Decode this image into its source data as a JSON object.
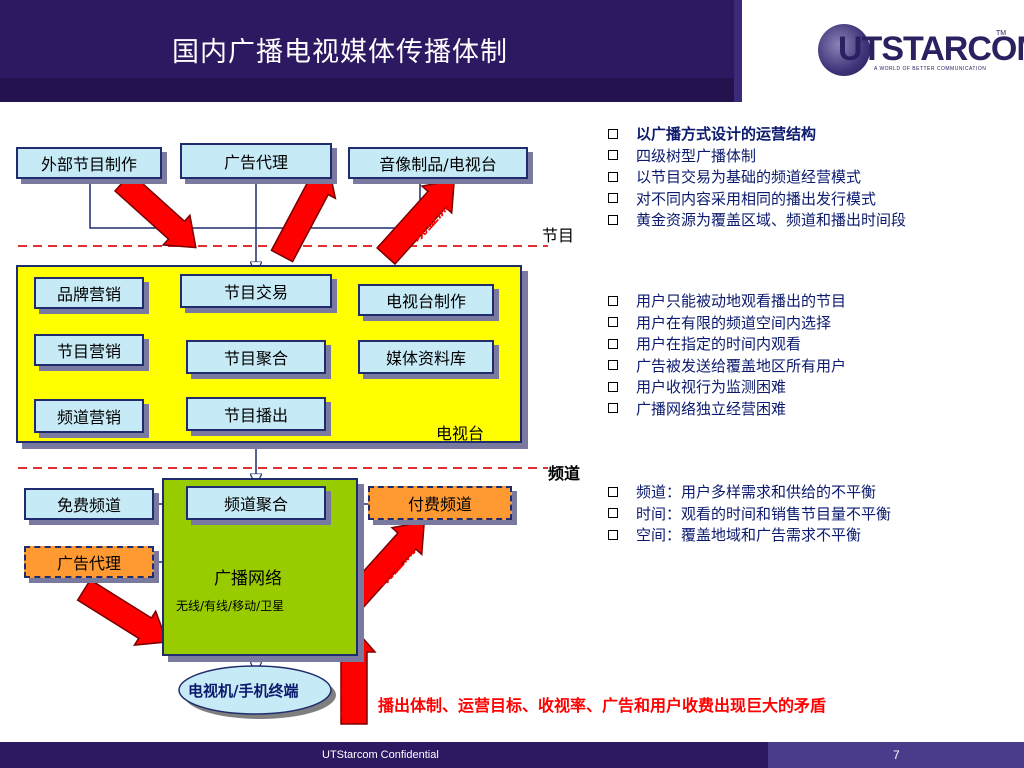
{
  "header": {
    "title": "国内广播电视媒体传播体制",
    "logo_text": "UTSTARCOM",
    "logo_tm": "TM",
    "logo_tagline": "A WORLD OF BETTER COMMUNICATION"
  },
  "diagram": {
    "external_program": "外部节目制作",
    "ad_agency_top": "广告代理",
    "av_products": "音像制品/电视台",
    "cash_flow": "现金流",
    "program_section": "节目",
    "brand_marketing": "品牌营销",
    "program_trade": "节目交易",
    "tv_production": "电视台制作",
    "program_marketing": "节目营销",
    "program_aggregation": "节目聚合",
    "media_library": "媒体资料库",
    "channel_marketing": "频道营销",
    "program_broadcast": "节目播出",
    "tv_station": "电视台",
    "channel_section": "频道",
    "free_channel": "免费频道",
    "channel_aggregation": "频道聚合",
    "pay_channel": "付费频道",
    "ad_agency_bottom": "广告代理",
    "broadcast_network": "广播网络",
    "network_types": "无线/有线/移动/卫星",
    "terminal": "电视机/手机终端"
  },
  "bullets_1": [
    {
      "text": "以广播方式设计的运营结构",
      "bold": true
    },
    {
      "text": "四级树型广播体制",
      "bold": false
    },
    {
      "text": "以节目交易为基础的频道经营模式",
      "bold": false
    },
    {
      "text": "对不同内容采用相同的播出发行模式",
      "bold": false
    },
    {
      "text": "黄金资源为覆盖区域、频道和播出时间段",
      "bold": false
    }
  ],
  "bullets_2": [
    {
      "text": "用户只能被动地观看播出的节目"
    },
    {
      "text": "用户在有限的频道空间内选择"
    },
    {
      "text": "用户在指定的时间内观看"
    },
    {
      "text": "广告被发送给覆盖地区所有用户"
    },
    {
      "text": "用户收视行为监测困难"
    },
    {
      "text": "广播网络独立经营困难"
    }
  ],
  "bullets_3": [
    {
      "text": "频道：用户多样需求和供给的不平衡"
    },
    {
      "text": "时间：观看的时间和销售节目量不平衡"
    },
    {
      "text": "空间：覆盖地域和广告需求不平衡"
    }
  ],
  "conclusion": "播出体制、运营目标、收视率、广告和用户收费出现巨大的矛盾",
  "footer": {
    "confidential": "UTStarcom Confidential",
    "page_number": "7"
  },
  "colors": {
    "header_band": "#2d1862",
    "box_fill": "#c6eaf6",
    "orange_box": "#ff9a33",
    "tv_panel": "#ffff00",
    "channel_panel": "#99cc00",
    "arrow_red": "#ff0000",
    "text_blue": "#0b1a6e"
  }
}
